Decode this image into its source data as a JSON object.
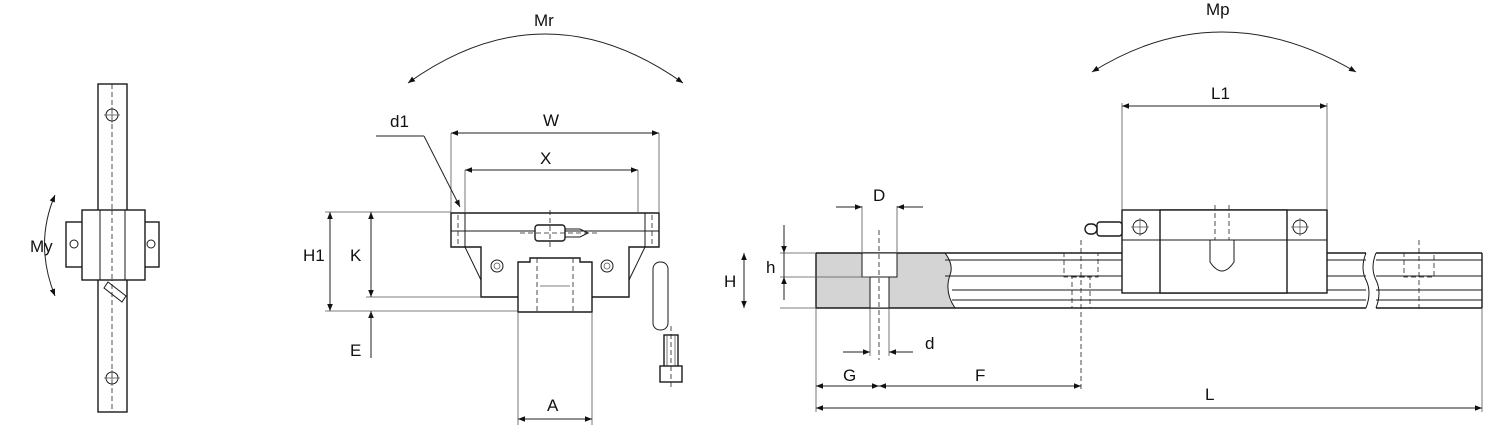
{
  "labels": {
    "my": "My",
    "mr": "Mr",
    "mp": "Mp",
    "d1": "d1",
    "w": "W",
    "x": "X",
    "h1": "H1",
    "k": "K",
    "e": "E",
    "a": "A",
    "d_upper": "D",
    "h_lower": "h",
    "h_upper": "H",
    "d_lower": "d",
    "g": "G",
    "f": "F",
    "l": "L",
    "l1": "L1"
  }
}
